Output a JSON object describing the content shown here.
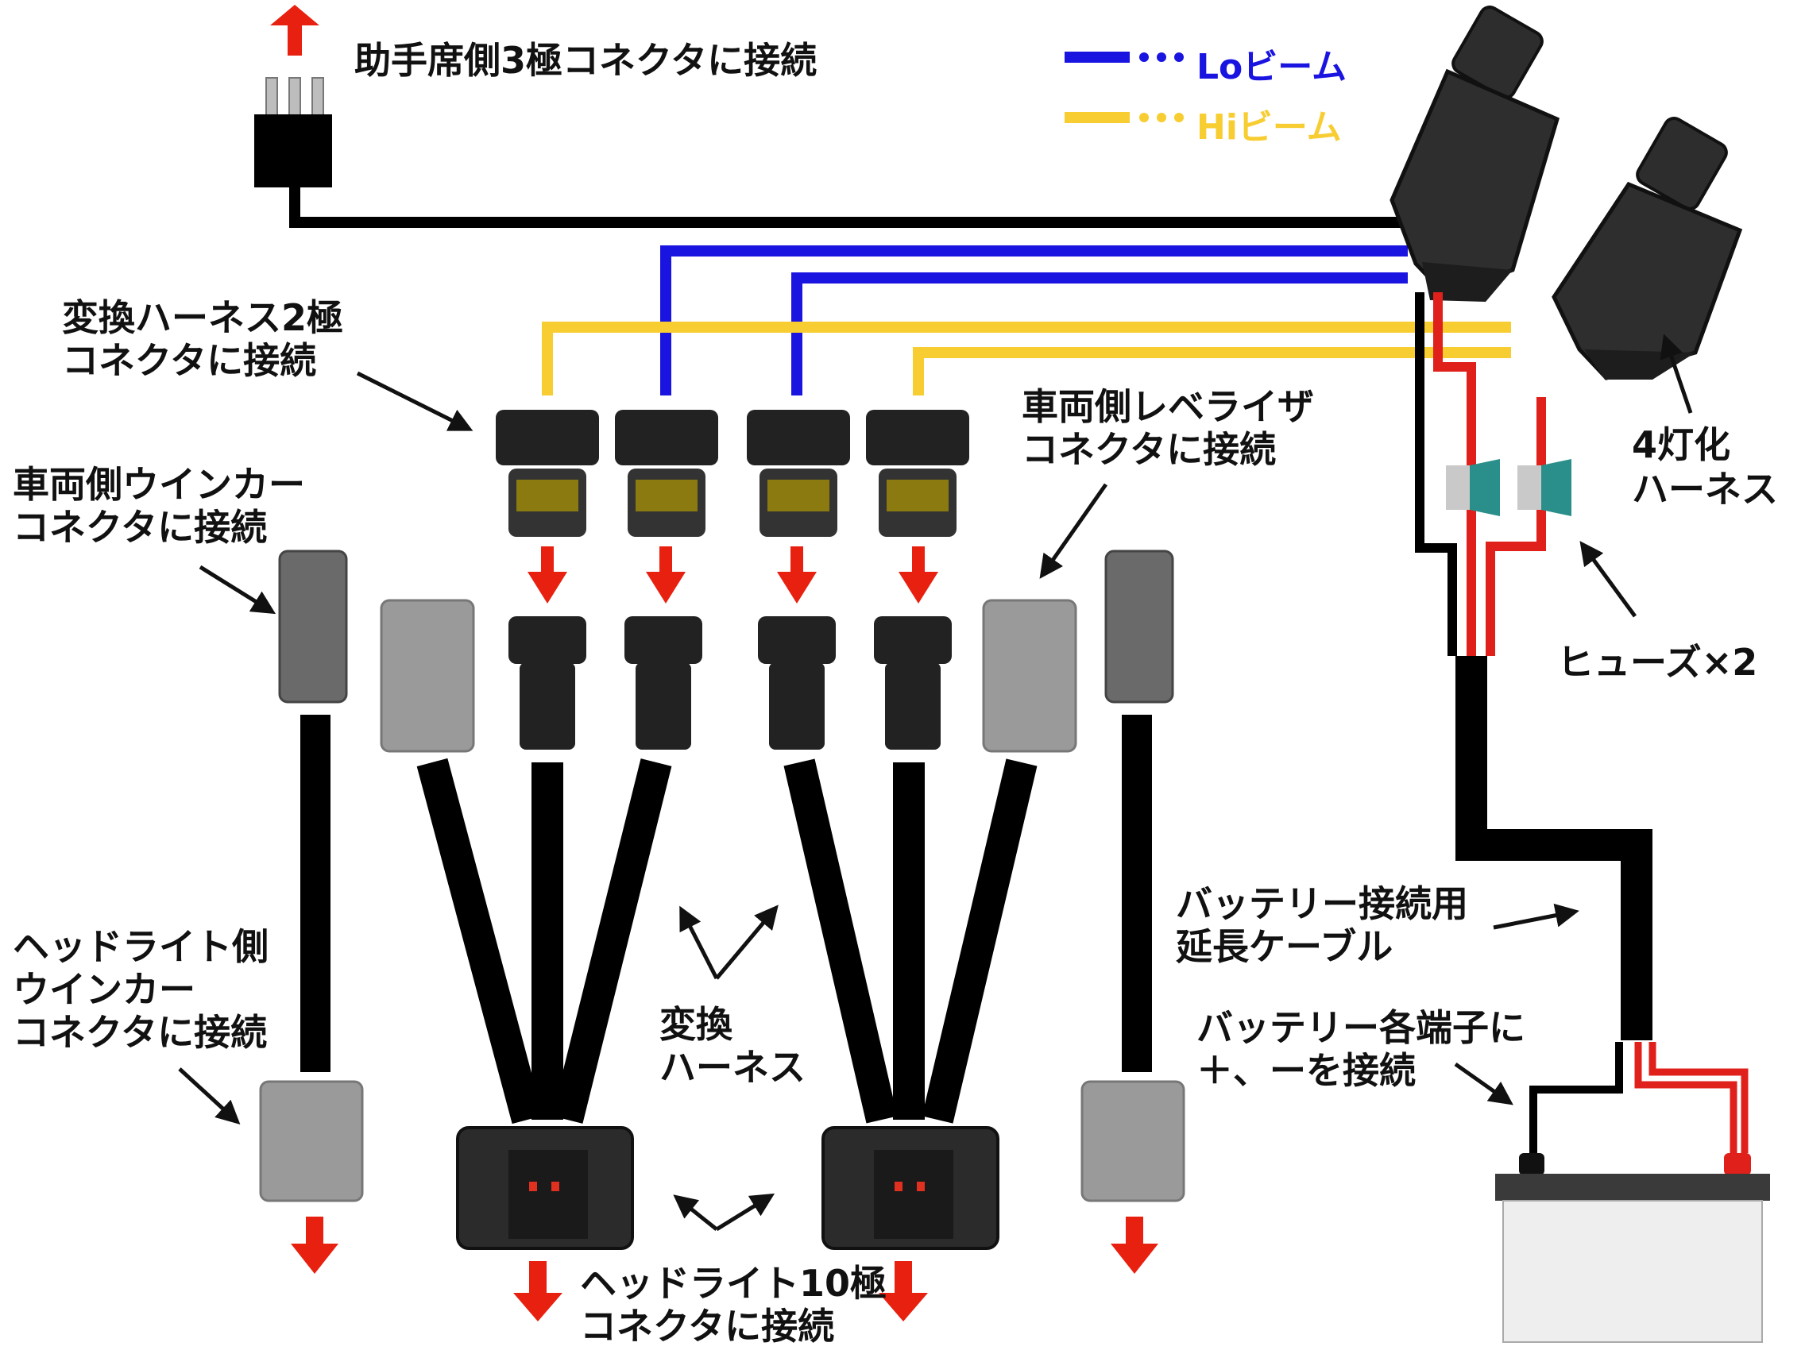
{
  "colors": {
    "lo_beam": "#1a14e0",
    "hi_beam": "#f7cd32",
    "wire_black": "#000000",
    "wire_red": "#e0201a",
    "arrow_red": "#e82010",
    "connector_dark": "#2b2b2b",
    "connector_gray": "#9a9a9a",
    "fuse_teal": "#2a8f8a",
    "battery_body": "#eeeeee"
  },
  "legend": {
    "lo": "Loビーム",
    "hi": "Hiビーム"
  },
  "labels": {
    "passenger_3pin_line1": "助手席側3極コネクタに接続",
    "conv_2pin_line1": "変換ハーネス2極",
    "conv_2pin_line2": "コネクタに接続",
    "leveler_line1": "車両側レベライザ",
    "leveler_line2": "コネクタに接続",
    "vehicle_winker_line1": "車両側ウインカー",
    "vehicle_winker_line2": "コネクタに接続",
    "four_lamp_line1": "4灯化",
    "four_lamp_line2": "ハーネス",
    "fuse": "ヒューズ×2",
    "battery_ext_line1": "バッテリー接続用",
    "battery_ext_line2": "延長ケーブル",
    "battery_term_line1": "バッテリー各端子に",
    "battery_term_line2": "＋、ーを接続",
    "headlight_winker_line1": "ヘッドライト側",
    "headlight_winker_line2": "ウインカー",
    "headlight_winker_line3": "コネクタに接続",
    "conv_harness_line1": "変換",
    "conv_harness_line2": "ハーネス",
    "headlight_10pin_line1": "ヘッドライト10極",
    "headlight_10pin_line2": "コネクタに接続"
  }
}
